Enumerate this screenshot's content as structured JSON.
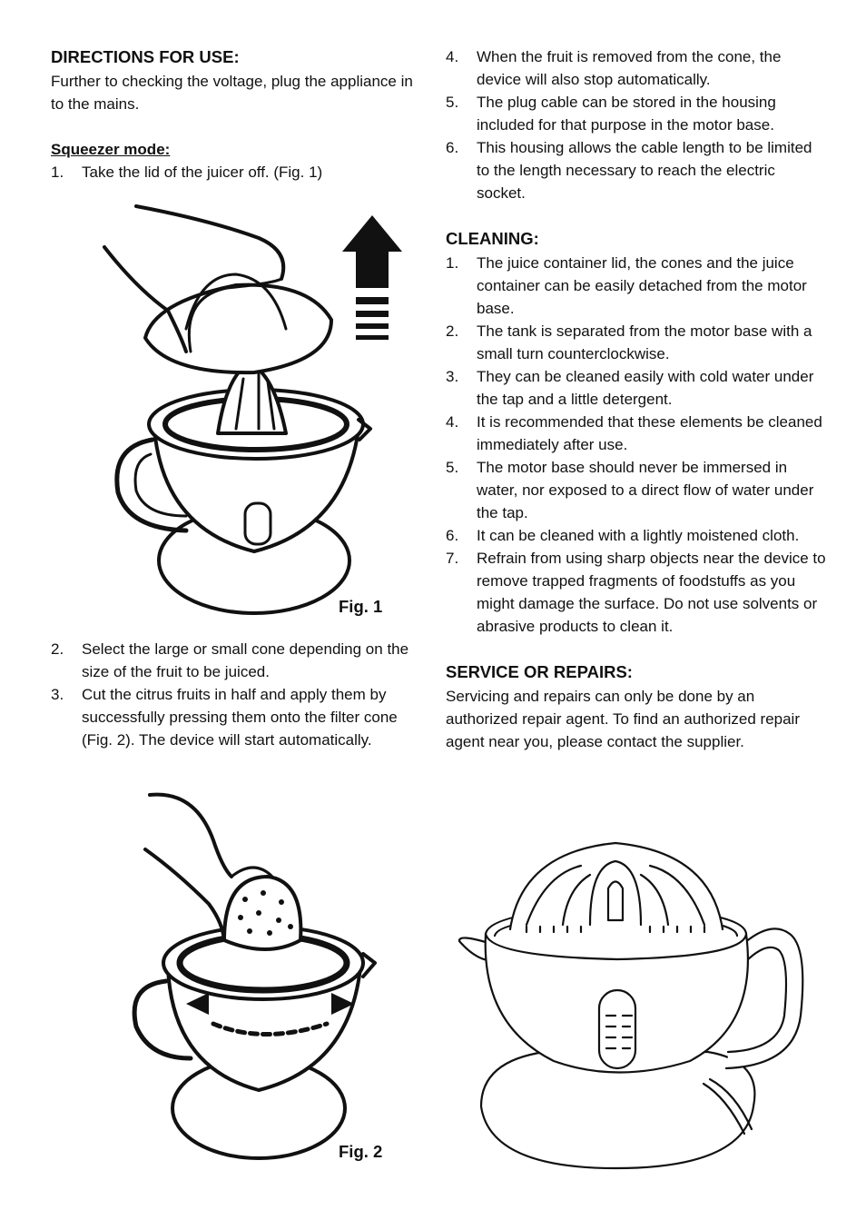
{
  "left": {
    "heading": "DIRECTIONS FOR USE:",
    "intro": "Further to checking the voltage, plug the appliance in to the mains.",
    "subheading": "Squeezer mode:",
    "step1": {
      "num": "1.",
      "text": "Take the lid of the juicer off. (Fig. 1)"
    },
    "fig1_label": "Fig. 1",
    "steps_after": [
      {
        "num": "2.",
        "text": "Select the large or small cone depending on the size of the fruit to be juiced."
      },
      {
        "num": "3.",
        "text": "Cut the citrus fruits in half and apply them by successfully pressing them onto the filter cone (Fig. 2). The device will start automatically."
      }
    ],
    "fig2_label": "Fig. 2"
  },
  "right": {
    "steps_cont": [
      {
        "num": "4.",
        "text": "When the fruit is removed from the cone, the device will also stop automatically."
      },
      {
        "num": "5.",
        "text": "The plug cable can be stored in the housing included for that purpose in the motor base."
      },
      {
        "num": "6.",
        "text": "This housing allows the cable length to be limited to the length necessary to reach the electric socket."
      }
    ],
    "cleaning_heading": "CLEANING:",
    "cleaning_steps": [
      {
        "num": "1.",
        "text": "The juice container lid, the cones and the juice container can be easily detached from the motor base."
      },
      {
        "num": "2.",
        "text": "The tank is separated from the motor base with a small turn counterclockwise."
      },
      {
        "num": "3.",
        "text": "They can be cleaned easily with cold water under the tap and a little detergent."
      },
      {
        "num": "4.",
        "text": "It is recommended that these elements be cleaned immediately after use."
      },
      {
        "num": "5.",
        "text": "The motor base should never be immersed in water, nor exposed to a direct flow of water under the tap."
      },
      {
        "num": "6.",
        "text": "It can be cleaned with a lightly moistened cloth."
      },
      {
        "num": "7.",
        "text": "Refrain from using sharp objects near the device to remove trapped fragments of foodstuffs as you might damage the surface. Do not use solvents or abrasive products to clean it."
      }
    ],
    "service_heading": "SERVICE OR REPAIRS:",
    "service_text": "Servicing and repairs can only be done by an authorized repair agent. To find an authorized repair agent near you, please contact the supplier."
  }
}
